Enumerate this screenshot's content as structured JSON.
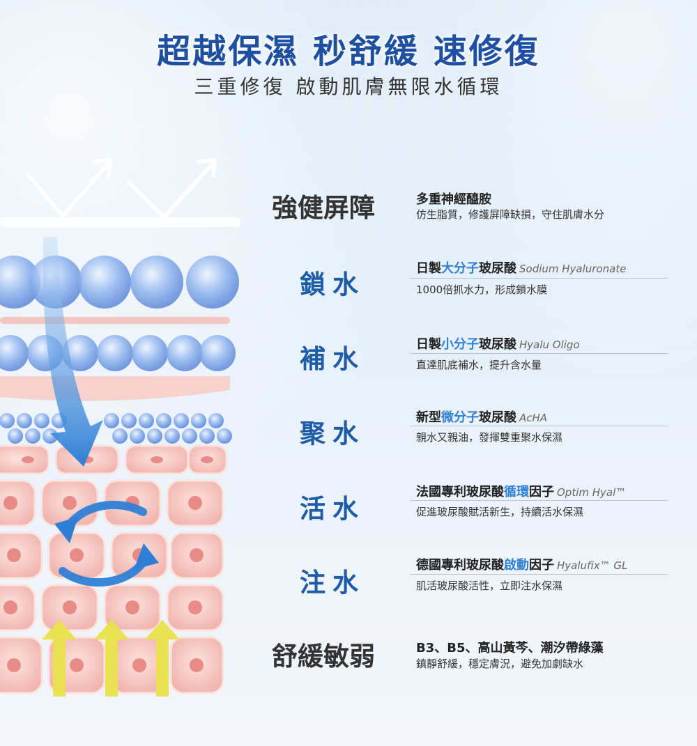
{
  "header": {
    "title": "超越保濕 秒舒緩 速修復",
    "subtitle": "三重修復 啟動肌膚無限水循環"
  },
  "colors": {
    "brand_blue": "#1f4fa1",
    "highlight_blue": "#2f7fd6",
    "arrow_yellow": "#e9e24a"
  },
  "sections": [
    {
      "label": "強健屏障",
      "title": "多重神經醯胺",
      "desc": "仿生脂質，修護屏障缺損，守住肌膚水分"
    },
    {
      "label": "鎖水",
      "title_pre": "日製",
      "title_hl": "大分子",
      "title_post": "玻尿酸",
      "title_en": "Sodium Hyaluronate",
      "desc": "1000倍抓水力，形成鎖水膜"
    },
    {
      "label": "補水",
      "title_pre": "日製",
      "title_hl": "小分子",
      "title_post": "玻尿酸",
      "title_en": "Hyalu Oligo",
      "desc": "直達肌底補水，提升含水量"
    },
    {
      "label": "聚水",
      "title_pre": "新型",
      "title_hl": "微分子",
      "title_post": "玻尿酸",
      "title_en": "AcHA",
      "desc": "親水又親油，發揮雙重聚水保濕"
    },
    {
      "label": "活水",
      "title_pre": "法國專利玻尿酸",
      "title_hl": "循環",
      "title_post": "因子",
      "title_en": "Optim Hyal™",
      "desc": "促進玻尿酸賦活新生，持續活水保濕"
    },
    {
      "label": "注水",
      "title_pre": "德國專利玻尿酸",
      "title_hl": "啟動",
      "title_post": "因子",
      "title_en": "Hyalufix™ GL",
      "desc": "肌活玻尿酸活性，立即注水保濕"
    },
    {
      "label": "舒緩敏弱",
      "title": "B3、B5、高山黃芩、潮汐帶綠藻",
      "desc": "鎮靜舒緩，穩定膚況，避免加劇缺水"
    }
  ]
}
